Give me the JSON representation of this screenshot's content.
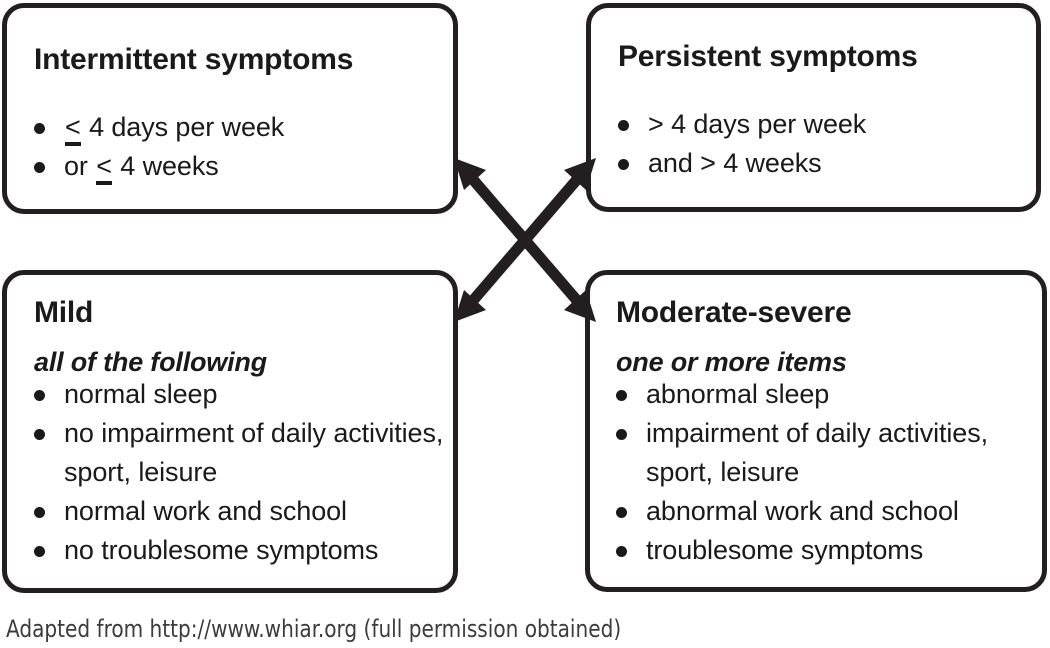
{
  "diagram": {
    "title_hidden": "Asthma / rhinitis classification 2x2",
    "boxes": [
      {
        "id": "intermittent",
        "title": "Intermittent symptoms",
        "subtitle": null,
        "items": [
          {
            "prefix": "≤",
            "prefix_style": "underlined-less-than",
            "text": " 4 days per week"
          },
          {
            "lead": "or ",
            "prefix": "≤",
            "prefix_style": "underlined-less-than",
            "text": " 4 weeks"
          }
        ],
        "items_plain": [
          "< 4 days per week",
          "or < 4 weeks"
        ]
      },
      {
        "id": "persistent",
        "title": "Persistent symptoms",
        "subtitle": null,
        "items_plain": [
          "> 4 days per week",
          "and > 4 weeks"
        ]
      },
      {
        "id": "mild",
        "title": "Mild",
        "subtitle": "all of the following",
        "items_plain": [
          "normal sleep",
          "no impairment of daily activities, sport, leisure",
          "normal work and school",
          "no troublesome symptoms"
        ]
      },
      {
        "id": "moderate-severe",
        "title": "Moderate-severe",
        "subtitle": "one or more items",
        "items_plain": [
          "abnormal sleep",
          "impairment of daily activities, sport, leisure",
          "abnormal work and school",
          "troublesome symptoms"
        ]
      }
    ],
    "connectors": [
      {
        "name": "arrow-intermittent-to-moderate",
        "style": "double-headed",
        "direction": "diagonal-down-right"
      },
      {
        "name": "arrow-persistent-to-mild",
        "style": "double-headed",
        "direction": "diagonal-down-left"
      }
    ],
    "caption": "Adapted from http://www.whiar.org (full permission obtained)",
    "colors": {
      "stroke": "#231f20",
      "text": "#1a1a1a",
      "caption_text": "#3c3c3c",
      "background": "#ffffff"
    }
  }
}
